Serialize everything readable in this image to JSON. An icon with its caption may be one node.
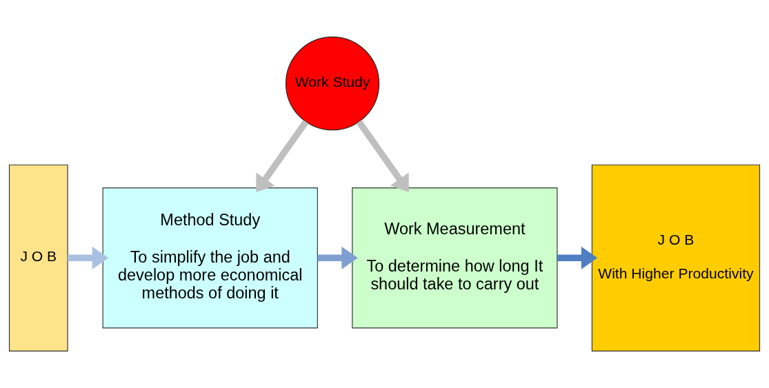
{
  "diagram": {
    "nodes": [
      {
        "text": [
          "J O B"
        ]
      },
      {
        "text": [
          "Work Study"
        ]
      },
      {
        "text": [
          "Method Study",
          "To simplify the job and develop more economical methods of doing it"
        ]
      },
      {
        "text": [
          "Work Measurement",
          "To determine how long It should take to carry out"
        ]
      },
      {
        "text": [
          "J O B",
          "With Higher Productivity"
        ]
      }
    ],
    "edges": [
      {
        "from": 1,
        "to": 2,
        "arrow": "to",
        "color": "#bfbfbf"
      },
      {
        "from": 1,
        "to": 3,
        "arrow": "to",
        "color": "#bfbfbf"
      },
      {
        "from": 0,
        "to": 2,
        "arrow": "to",
        "color": "#a9c0e0"
      },
      {
        "from": 2,
        "to": 3,
        "arrow": "to",
        "color": "#7f9fd0"
      },
      {
        "from": 3,
        "to": 4,
        "arrow": "to",
        "color": "#4f7fc0"
      }
    ]
  }
}
